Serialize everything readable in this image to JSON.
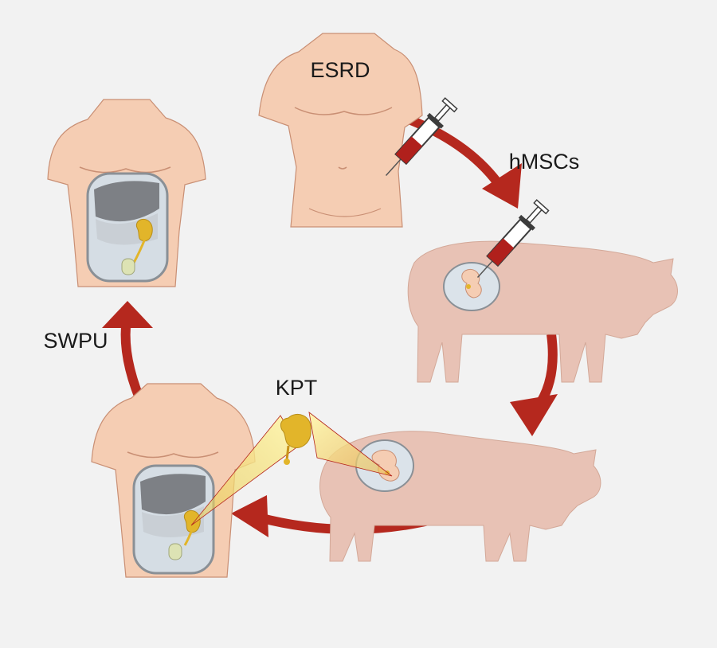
{
  "labels": {
    "esrd": "ESRD",
    "hmscs": "hMSCs",
    "swpu": "SWPU",
    "kpt": "KPT"
  },
  "colors": {
    "background": "#f2f2f2",
    "skin": "#f5cdb3",
    "skin_outline": "#c98f74",
    "pig": "#e8c2b5",
    "arrow": "#b5281e",
    "blood": "#b0201c",
    "kidney": "#e2b52a",
    "organ_gray": "#7d8085",
    "abdomen_bg": "#d5dde4"
  },
  "icons": [
    "torso-icon",
    "pig-icon",
    "syringe-icon",
    "embryo-icon",
    "kidney-icon",
    "arrow-icon"
  ]
}
